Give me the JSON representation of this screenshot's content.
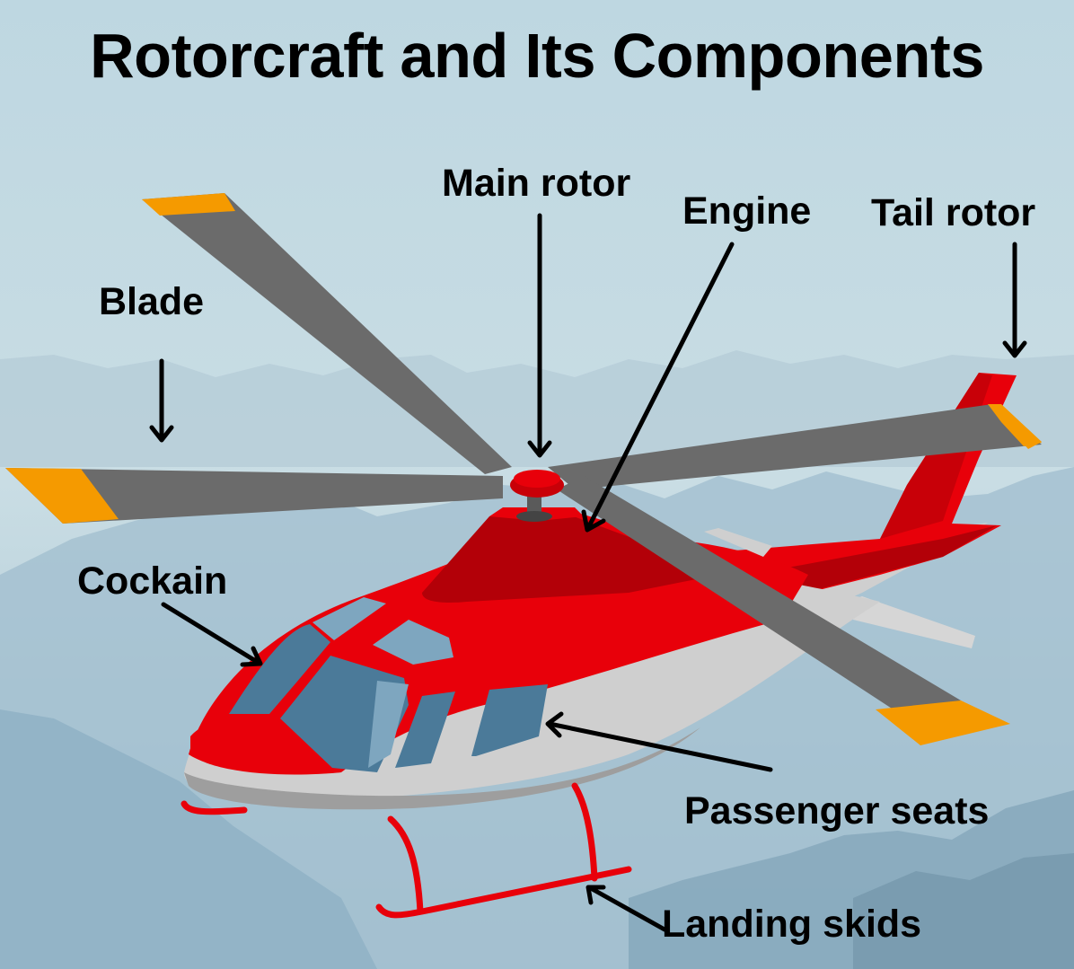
{
  "title": "Rotorcraft and Its Components",
  "labels": {
    "main_rotor": "Main rotor",
    "engine": "Engine",
    "tail_rotor": "Tail rotor",
    "blade": "Blade",
    "cockpit": "Cockain",
    "passenger_seats": "Passenger seats",
    "landing_skids": "Landing skids"
  },
  "colors": {
    "sky_top": "#bcd6e0",
    "sky_bottom": "#9fbccb",
    "mountain": "#7d9fb3",
    "fuselage_red": "#e8000a",
    "fuselage_dark_red": "#b30008",
    "belly_gray": "#cfcfcf",
    "belly_shadow": "#9e9e9e",
    "blade_gray": "#6b6b6b",
    "blade_tip_orange": "#f59a00",
    "window_blue": "#4b7a99",
    "window_light": "#7ea6bf",
    "arrow": "#000000"
  }
}
